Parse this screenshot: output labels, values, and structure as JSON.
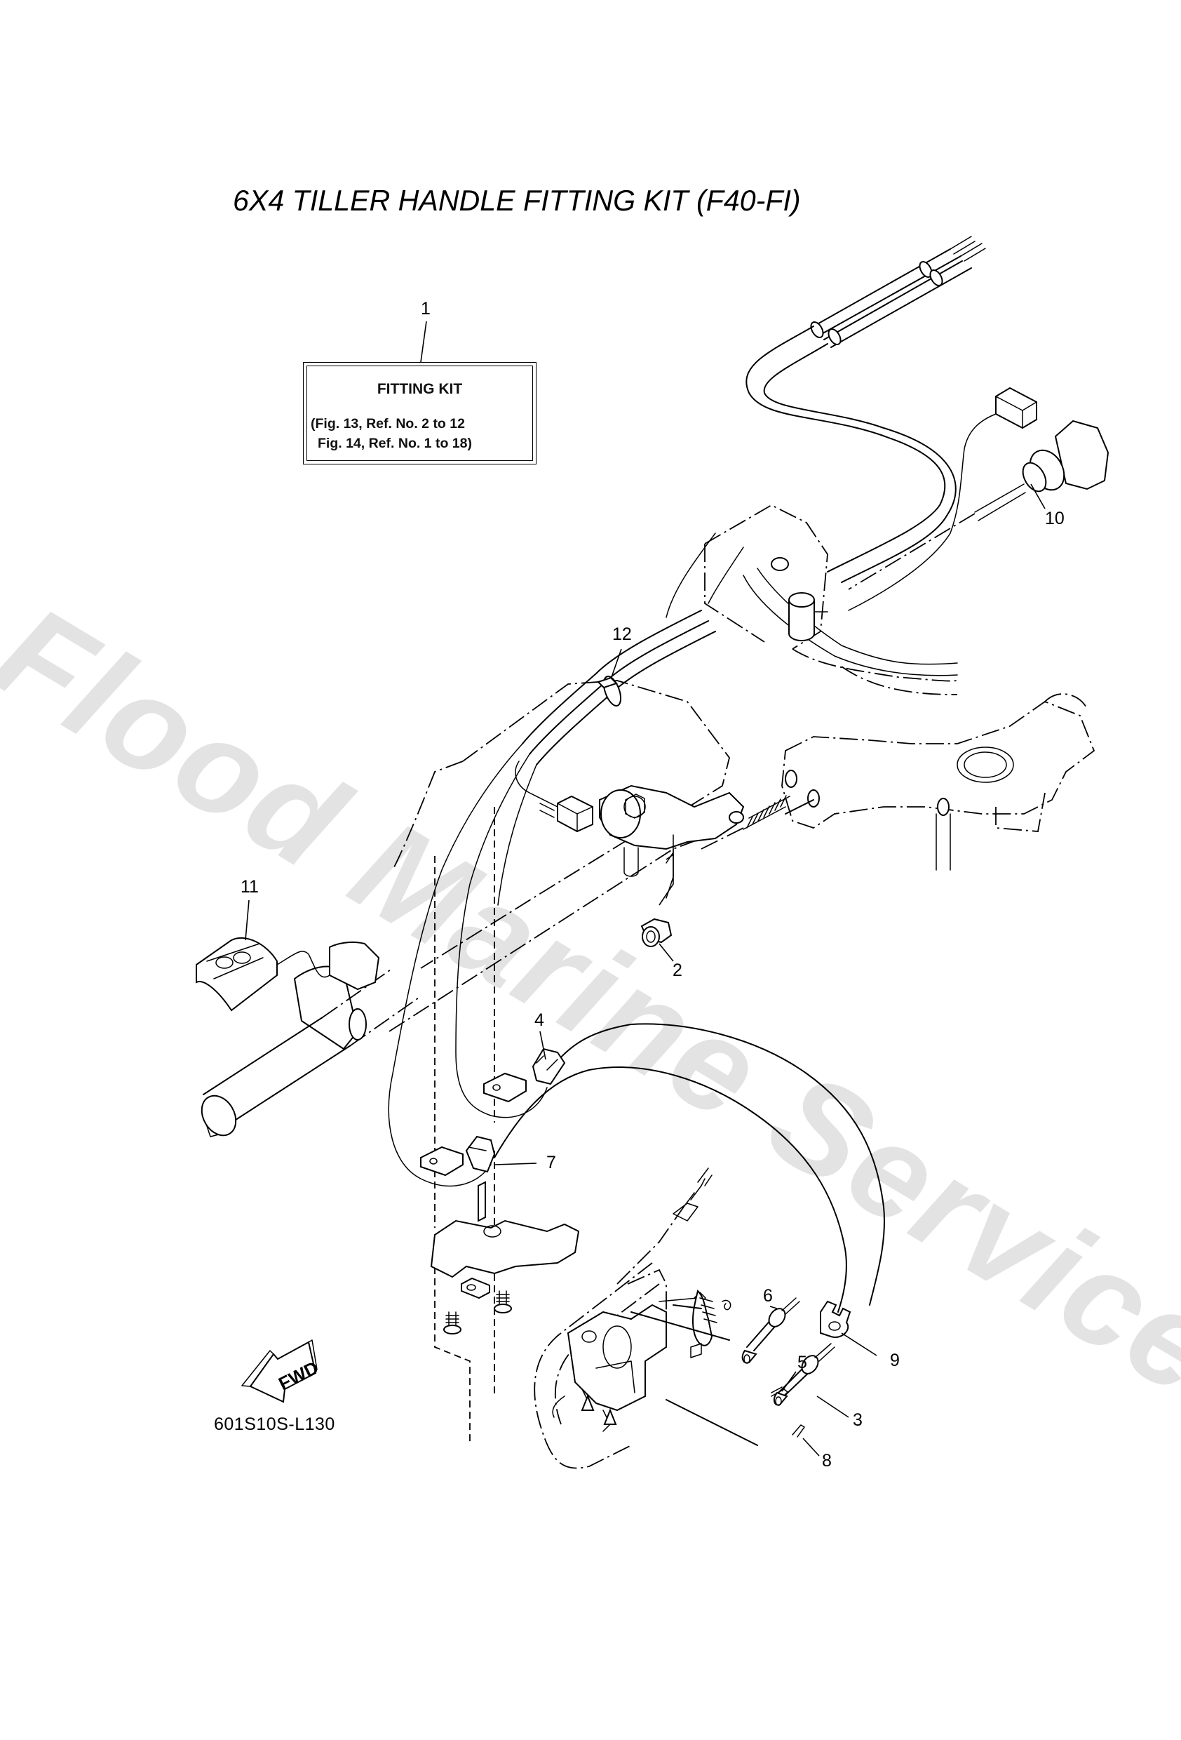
{
  "diagram": {
    "title": "6X4 TILLER HANDLE FITTING KIT (F40-FI)",
    "drawing_code": "601S10S-L130",
    "watermark": "Flood Marine Services",
    "direction_indicator": {
      "icon": "fwd-arrow-icon",
      "label": "FWD"
    },
    "kit_box": {
      "ref_number": "1",
      "title": "FITTING KIT",
      "line1": "(Fig. 13, Ref. No. 2 to 12",
      "line2": "Fig. 14, Ref. No. 1 to 18)"
    },
    "callouts": [
      {
        "ref": "1",
        "part": "fitting-kit"
      },
      {
        "ref": "2",
        "part": "nut"
      },
      {
        "ref": "3",
        "part": "cable-end-joint"
      },
      {
        "ref": "4",
        "part": "cable-clamp"
      },
      {
        "ref": "5",
        "part": "cotter-pin"
      },
      {
        "ref": "6",
        "part": "cable-end-joint"
      },
      {
        "ref": "7",
        "part": "cable-clamp"
      },
      {
        "ref": "8",
        "part": "cotter-pin"
      },
      {
        "ref": "9",
        "part": "cable-clip"
      },
      {
        "ref": "10",
        "part": "wire-harness-connector"
      },
      {
        "ref": "11",
        "part": "stop-switch"
      },
      {
        "ref": "12",
        "part": "cable-tie"
      }
    ]
  }
}
